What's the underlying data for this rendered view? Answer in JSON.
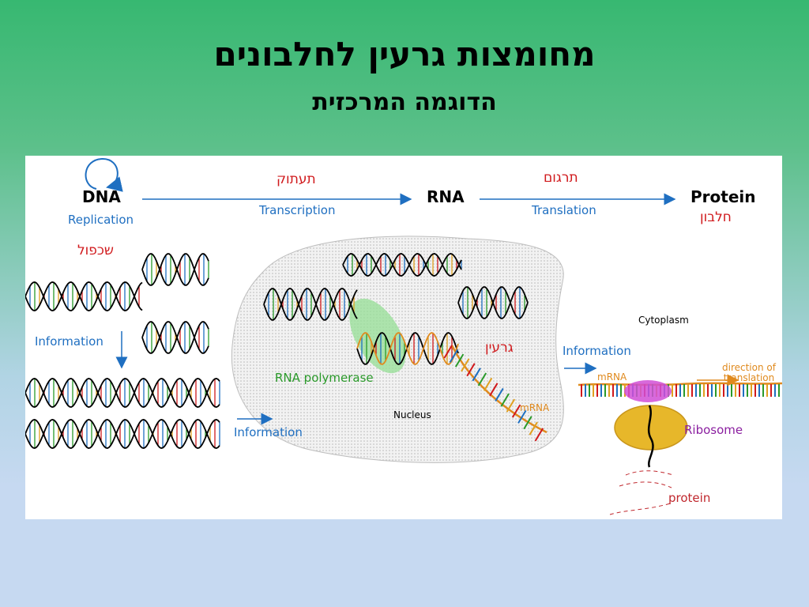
{
  "slide": {
    "title": "מחומצות גרעין לחלבונים",
    "subtitle": "הדוגמה המרכזית"
  },
  "diagram": {
    "dna": "DNA",
    "rna": "RNA",
    "protein": "Protein",
    "replication": "Replication",
    "transcription": "Transcription",
    "translation": "Translation",
    "replication_he": "שכפול",
    "transcription_he": "תעתוק",
    "translation_he": "תרגום",
    "protein_he": "חלבון",
    "nucleus_he": "גרעין",
    "information_1": "Information",
    "information_2": "Information",
    "information_3": "Information",
    "rna_polymerase": "RNA polymerase",
    "nucleus": "Nucleus",
    "mrna_1": "mRNA",
    "mrna_2": "mRNA",
    "cytoplasm": "Cytoplasm",
    "direction_of_translation": "direction of\ntranslation",
    "ribosome": "Ribosome",
    "protein_lower": "protein"
  },
  "colors": {
    "arrow_blue": "#1f6fc1",
    "label_red": "#d0191c",
    "mrna_orange": "#e08a1e",
    "polymerase_green": "#7fd07f",
    "ribosome_yellow": "#e7b72a",
    "ribosome_magenta": "#d14fd6"
  }
}
